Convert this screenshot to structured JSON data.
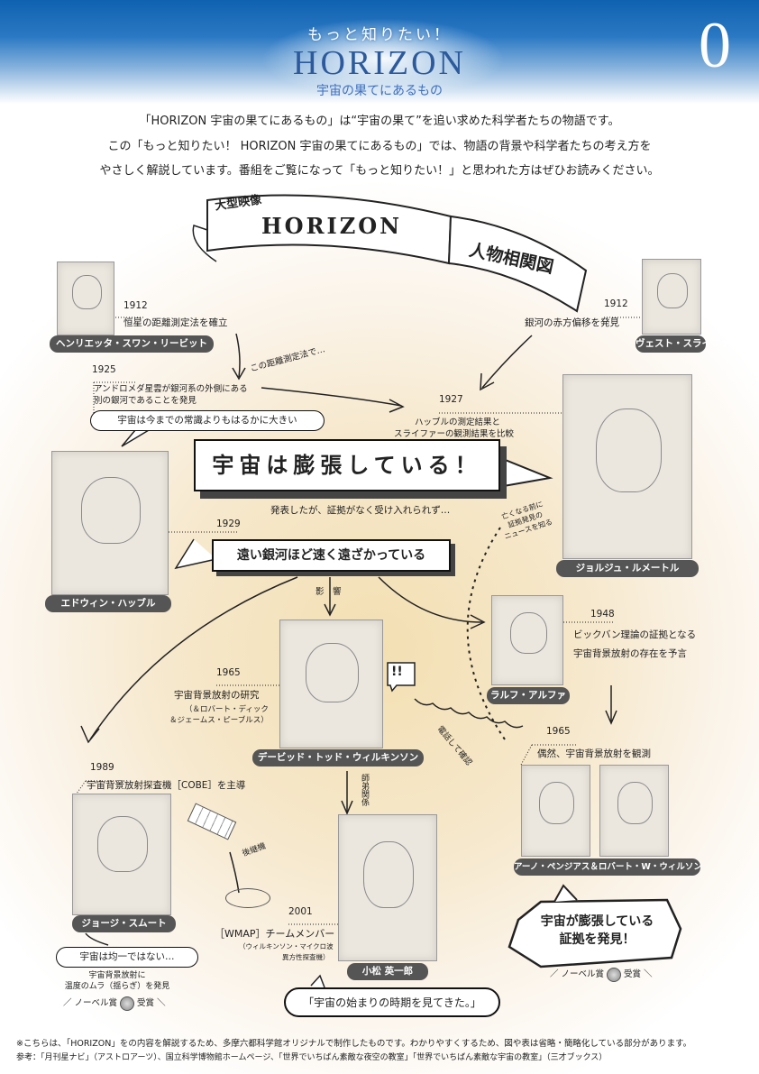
{
  "header": {
    "kicker": "もっと知りたい！",
    "logo": "HORIZON",
    "subtitle": "宇宙の果てにあるもの",
    "page_number": "0"
  },
  "intro": [
    "「HORIZON 宇宙の果てにあるもの」は“宇宙の果て”を追い求めた科学者たちの物語です。",
    "この「もっと知りたい！ HORIZON 宇宙の果てにあるもの」では、物語の背景や科学者たちの考え方を",
    "やさしく解説しています。番組をご覧になって「もっと知りたい！」と思われた方はぜひお読みください。"
  ],
  "banner": {
    "prefix": "大型映像",
    "title": "HORIZON",
    "suffix": "人物相関図"
  },
  "people": {
    "leavitt": {
      "name": "ヘンリエッタ・スワン・リービット",
      "year": "1912",
      "text": "恒星の距離測定法を確立"
    },
    "slipher": {
      "name": "ヴェスト・スライファー",
      "year": "1912",
      "text": "銀河の赤方偏移を発見"
    },
    "hubble": {
      "name": "エドウィン・ハッブル",
      "year1": "1925",
      "text1a": "アンドロメダ星雲が銀河系の外側にある",
      "text1b": "別の銀河であることを発見",
      "bubble": "宇宙は今までの常識よりもはるかに大きい",
      "year2": "1929",
      "box2": "遠い銀河ほど速く遠ざかっている"
    },
    "lemaitre": {
      "name": "ジョルジュ・ルメートル",
      "year": "1927",
      "text_a": "ハッブルの測定結果と",
      "text_b": "スライファーの観測結果を比較",
      "box": "宇宙は膨張している！",
      "note": "発表したが、証拠がなく受け入れられず…",
      "news_a": "亡くなる前に",
      "news_b": "証拠発見の",
      "news_c": "ニュースを知る"
    },
    "alpher": {
      "name": "ラルフ・アルファ",
      "year": "1948",
      "text_a": "ビックバン理論の証拠となる",
      "text_b": "宇宙背景放射の存在を予言"
    },
    "wilkinson": {
      "name": "デービッド・トッド・ウィルキンソン",
      "year": "1965",
      "text": "宇宙背景放射の研究",
      "co_a": "（＆ロバート・ディック",
      "co_b": "＆ジェームス・ピーブルス）",
      "exclaim": "!!"
    },
    "penzias": {
      "name": "アーノ・ペンジアス＆ロバート・W・ウィルソン",
      "year": "1965",
      "text": "偶然、宇宙背景放射を観測",
      "bubble_a": "宇宙が膨張している",
      "bubble_b": "証拠を発見！",
      "nobel_a": "ノーベル賞",
      "nobel_b": "受賞"
    },
    "smoot": {
      "name": "ジョージ・スムート",
      "year": "1989",
      "text": "宇宙背景放射探査機［COBE］を主導",
      "bubble": "宇宙は均一ではない…",
      "text_a": "宇宙背景放射に",
      "text_b": "温度のムラ（揺らぎ）を発見",
      "nobel_a": "ノーベル賞",
      "nobel_b": "受賞"
    },
    "komatsu": {
      "name": "小松 英一郎",
      "year": "2001",
      "text": "［WMAP］チームメンバー",
      "sub_a": "（ウィルキンソン・マイクロ波",
      "sub_b": "異方性探査機）",
      "quote": "「宇宙の始まりの時期を見てきた。」"
    }
  },
  "links": {
    "distance": "この距離測定法で…",
    "influence": "影　響",
    "phone": "電話して確認",
    "mentor": "師弟関係",
    "successor": "後継機"
  },
  "footer": [
    "※こちらは、「HORIZON」をの内容を解説するため、多摩六都科学館オリジナルで制作したものです。わかりやすくするため、図や表は省略・簡略化している部分があります。",
    "参考：「月刊星ナビ」（アストロアーツ）、国立科学博物館ホームページ、「世界でいちばん素敵な夜空の教室」「世界でいちばん素敵な宇宙の教室」（三才ブックス）"
  ]
}
